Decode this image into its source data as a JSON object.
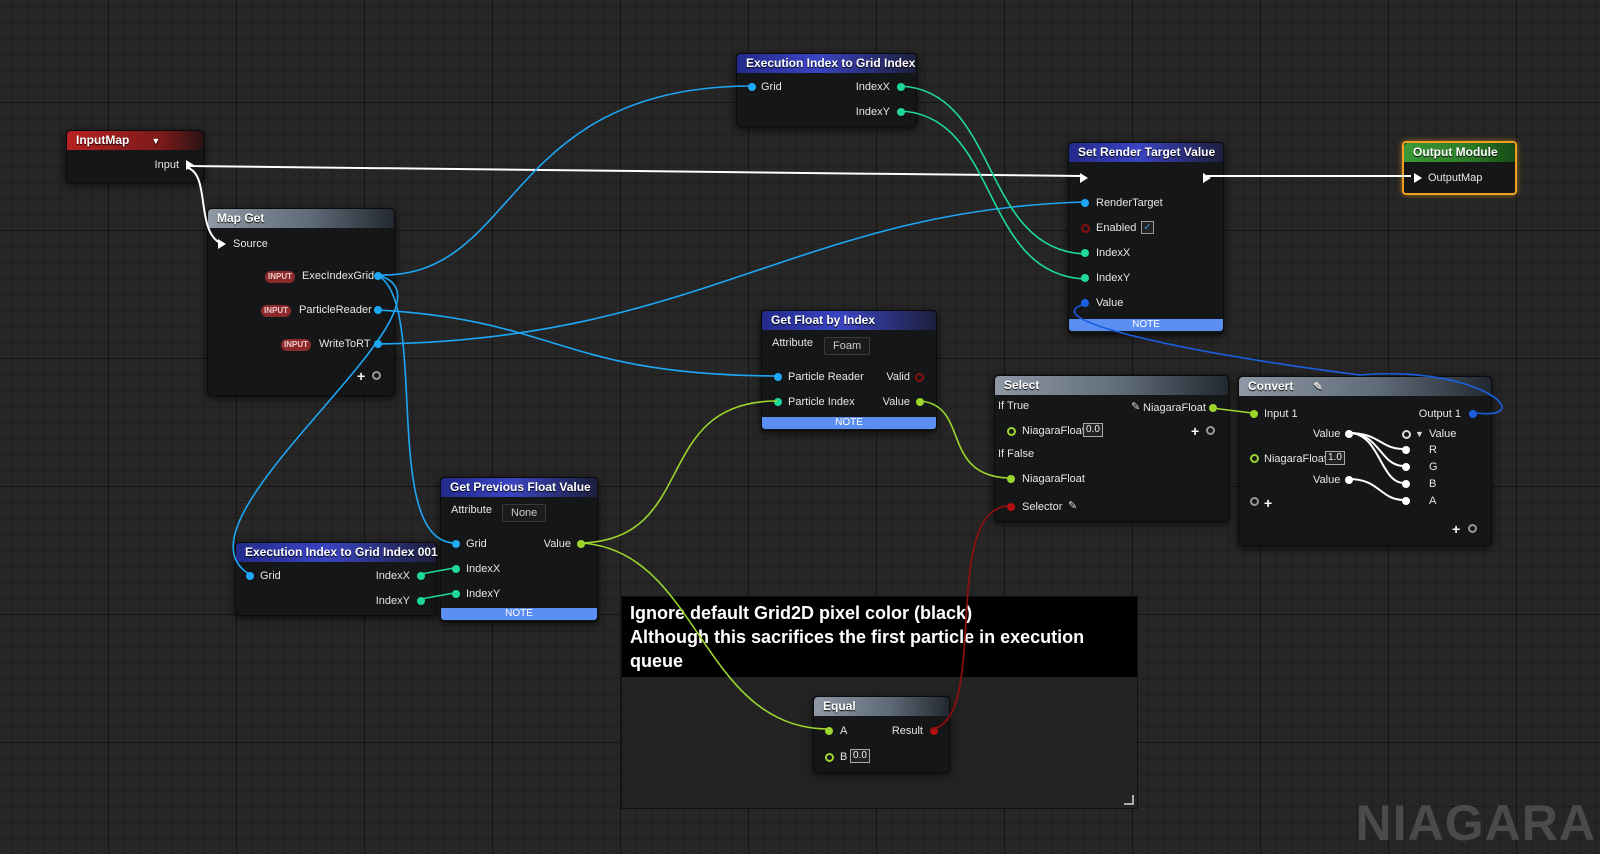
{
  "app": {
    "watermark": "NIAGARA"
  },
  "nodes": {
    "input_map": {
      "title": "InputMap",
      "input_label": "Input"
    },
    "map_get": {
      "title": "Map Get",
      "source": "Source",
      "tag": "INPUT",
      "pins": [
        "ExecIndexGrid",
        "ParticleReader",
        "WriteToRT"
      ]
    },
    "exec_to_grid": {
      "title": "Execution Index to Grid Index",
      "grid": "Grid",
      "index_x": "IndexX",
      "index_y": "IndexY"
    },
    "exec_to_grid_001": {
      "title": "Execution Index to Grid Index 001",
      "grid": "Grid",
      "index_x": "IndexX",
      "index_y": "IndexY"
    },
    "set_rt": {
      "title": "Set Render Target Value",
      "render_target": "RenderTarget",
      "enabled": "Enabled",
      "index_x": "IndexX",
      "index_y": "IndexY",
      "value": "Value",
      "note": "NOTE"
    },
    "output_module": {
      "title": "Output Module",
      "output_map": "OutputMap"
    },
    "get_float": {
      "title": "Get Float by Index",
      "attribute": "Attribute",
      "attribute_value": "Foam",
      "particle_reader": "Particle Reader",
      "particle_index": "Particle Index",
      "valid": "Valid",
      "value": "Value",
      "note": "NOTE"
    },
    "get_prev": {
      "title": "Get Previous Float Value",
      "attribute": "Attribute",
      "attribute_value": "None",
      "grid": "Grid",
      "index_x": "IndexX",
      "index_y": "IndexY",
      "value": "Value",
      "note": "NOTE"
    },
    "select": {
      "title": "Select",
      "if_true": "If True",
      "if_false": "If False",
      "niagara_float": "NiagaraFloat",
      "true_value": "0.0",
      "selector": "Selector",
      "output": "NiagaraFloat"
    },
    "convert": {
      "title": "Convert",
      "input1": "Input 1",
      "output1": "Output 1",
      "value": "Value",
      "niagara_float": "NiagaraFloat",
      "float_value": "1.0",
      "value2": "Value",
      "out_value": "Value",
      "r": "R",
      "g": "G",
      "b": "B",
      "a": "A"
    },
    "equal": {
      "title": "Equal",
      "a": "A",
      "b": "B",
      "b_value": "0.0",
      "result": "Result"
    }
  },
  "comment": {
    "line1": "Ignore default Grid2D pixel color (black)",
    "line2": "Although this sacrifices the first particle in execution queue"
  },
  "colors": {
    "float_wire": "#9bd62c",
    "int_wire": "#1fd89c",
    "struct_wire": "#1ea7f5",
    "bool_wire": "#8a0f0f",
    "exec_wire": "#ffffff",
    "vector_wire": "#1a5fe0"
  }
}
